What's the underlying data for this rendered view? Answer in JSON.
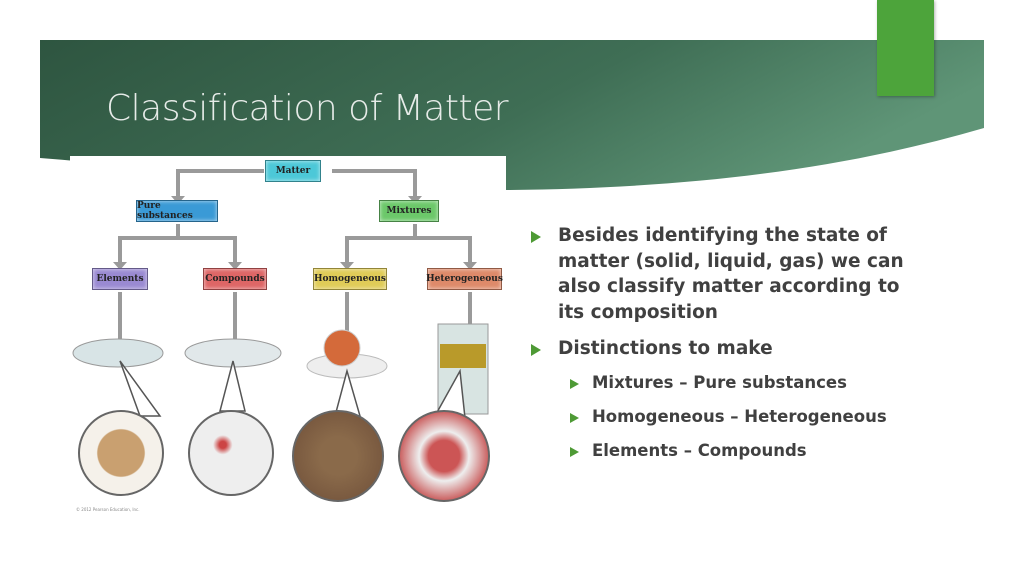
{
  "slide": {
    "title": "Classification of Matter",
    "accent_color": "#4da43b",
    "band_dark": "#2e5540",
    "band_light": "#5f9577"
  },
  "diagram": {
    "nodes": {
      "matter": "Matter",
      "pure": "Pure substances",
      "mixtures": "Mixtures",
      "elements": "Elements",
      "compounds": "Compounds",
      "homogeneous": "Homogeneous",
      "heterogeneous": "Heterogeneous"
    },
    "copyright": "© 2012 Pearson Education, Inc."
  },
  "bullets": [
    {
      "text": "Besides identifying the state of matter (solid, liquid, gas) we can also classify matter according to its composition"
    },
    {
      "text": "Distinctions to make",
      "sub": [
        "Mixtures – Pure substances",
        "Homogeneous – Heterogeneous",
        "Elements – Compounds"
      ]
    }
  ]
}
